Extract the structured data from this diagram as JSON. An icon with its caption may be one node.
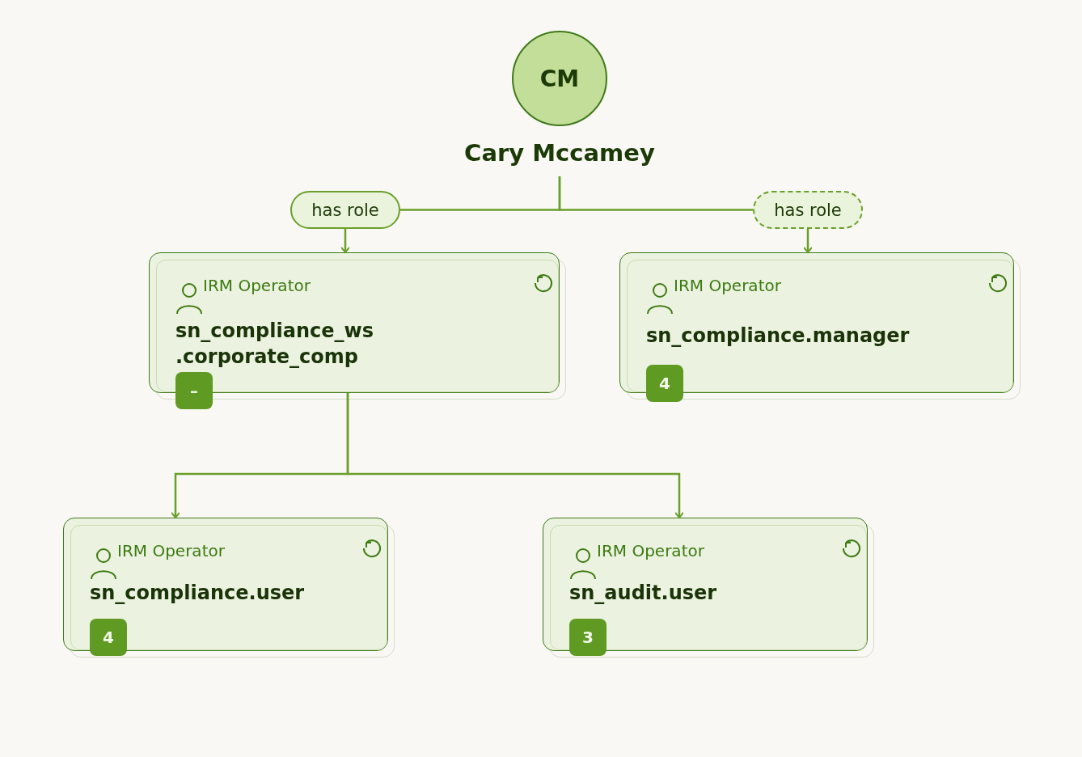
{
  "diagram": {
    "nodes": [
      {
        "text": [
          "CM",
          "Cary Mccamey"
        ]
      },
      {
        "text": [
          "has role"
        ]
      },
      {
        "text": [
          "has role"
        ]
      },
      {
        "text": [
          "IRM Operator",
          "sn_compliance_ws .corporate_comp",
          "–"
        ]
      },
      {
        "text": [
          "IRM Operator",
          "sn_compliance.manager",
          "4"
        ]
      },
      {
        "text": [
          "IRM Operator",
          "sn_compliance.user",
          "4"
        ]
      },
      {
        "text": [
          "IRM Operator",
          "sn_audit.user",
          "3"
        ]
      }
    ],
    "edges": [
      {
        "from": 0,
        "to": 1,
        "arrow": "none"
      },
      {
        "from": 0,
        "to": 2,
        "arrow": "none"
      },
      {
        "from": 1,
        "to": 3,
        "arrow": "to"
      },
      {
        "from": 2,
        "to": 4,
        "arrow": "to"
      },
      {
        "from": 3,
        "to": 5,
        "arrow": "to"
      },
      {
        "from": 3,
        "to": 6,
        "arrow": "to"
      }
    ]
  }
}
